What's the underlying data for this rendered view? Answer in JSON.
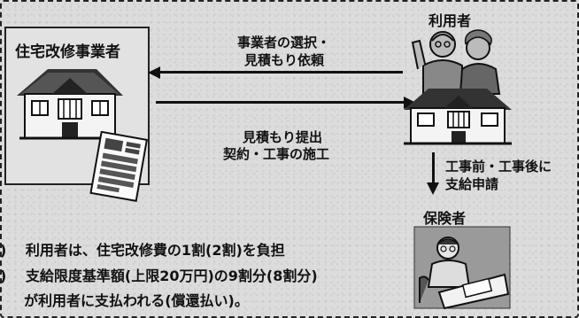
{
  "company": {
    "label": "住宅改修事業者"
  },
  "user": {
    "label": "利用者"
  },
  "insurer": {
    "label": "保険者"
  },
  "arrows": {
    "to_company_line1": "事業者の選択・",
    "to_company_line2": "見積もり依頼",
    "to_user_line1": "見積もり提出",
    "to_user_line2": "契約・工事の施工",
    "to_insurer_line1": "工事前・工事後に",
    "to_insurer_line2": "支給申請"
  },
  "notes": [
    {
      "bullet": ")",
      "text": "利用者は、住宅改修費の1割(2割)を負担"
    },
    {
      "bullet": ")",
      "text": "支給限度基準額(上限20万円)の9割分(8割分)"
    },
    {
      "bullet": "",
      "text": "が利用者に支払われる(償還払い)。"
    }
  ]
}
